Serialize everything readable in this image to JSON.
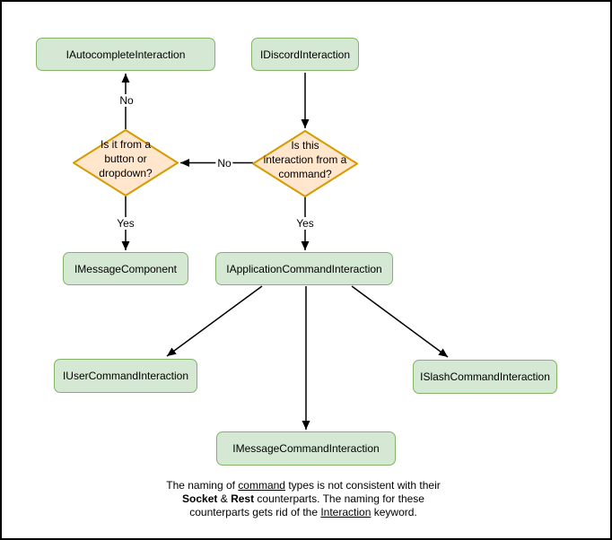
{
  "diagram": {
    "nodes": {
      "autocomplete": {
        "label": "IAutocompleteInteraction"
      },
      "discord": {
        "label": "IDiscordInteraction"
      },
      "diamond_component": {
        "lines": [
          "Is it from a",
          "button or",
          "dropdown?"
        ]
      },
      "diamond_command": {
        "lines": [
          "Is this",
          "interaction from a",
          "command?"
        ]
      },
      "message_component": {
        "label": "IMessageComponent"
      },
      "application_command": {
        "label": "IApplicationCommandInteraction"
      },
      "user_command": {
        "label": "IUserCommandInteraction"
      },
      "slash_command": {
        "label": "ISlashCommandInteraction"
      },
      "message_command": {
        "label": "IMessageCommandInteraction"
      }
    },
    "edge_labels": {
      "no_up": "No",
      "no_left": "No",
      "yes_left": "Yes",
      "yes_right": "Yes"
    },
    "note_lines": [
      [
        {
          "t": "The naming of ",
          "s": "plain"
        },
        {
          "t": "command",
          "s": "u"
        },
        {
          "t": " types is not consistent with their",
          "s": "plain"
        }
      ],
      [
        {
          "t": "Socket",
          "s": "b"
        },
        {
          "t": " & ",
          "s": "plain"
        },
        {
          "t": "Rest",
          "s": "b"
        },
        {
          "t": " counterparts. The naming for these",
          "s": "plain"
        }
      ],
      [
        {
          "t": "counterparts gets rid of the ",
          "s": "plain"
        },
        {
          "t": "Interaction",
          "s": "u"
        },
        {
          "t": " keyword.",
          "s": "plain"
        }
      ]
    ],
    "colors": {
      "node_fill": "#d5e8d4",
      "node_border": "#82b366",
      "decision_fill": "#ffe6cc",
      "decision_border": "#d79b00",
      "edge": "#000000",
      "background": "#ffffff",
      "canvas_border": "#000000"
    }
  }
}
